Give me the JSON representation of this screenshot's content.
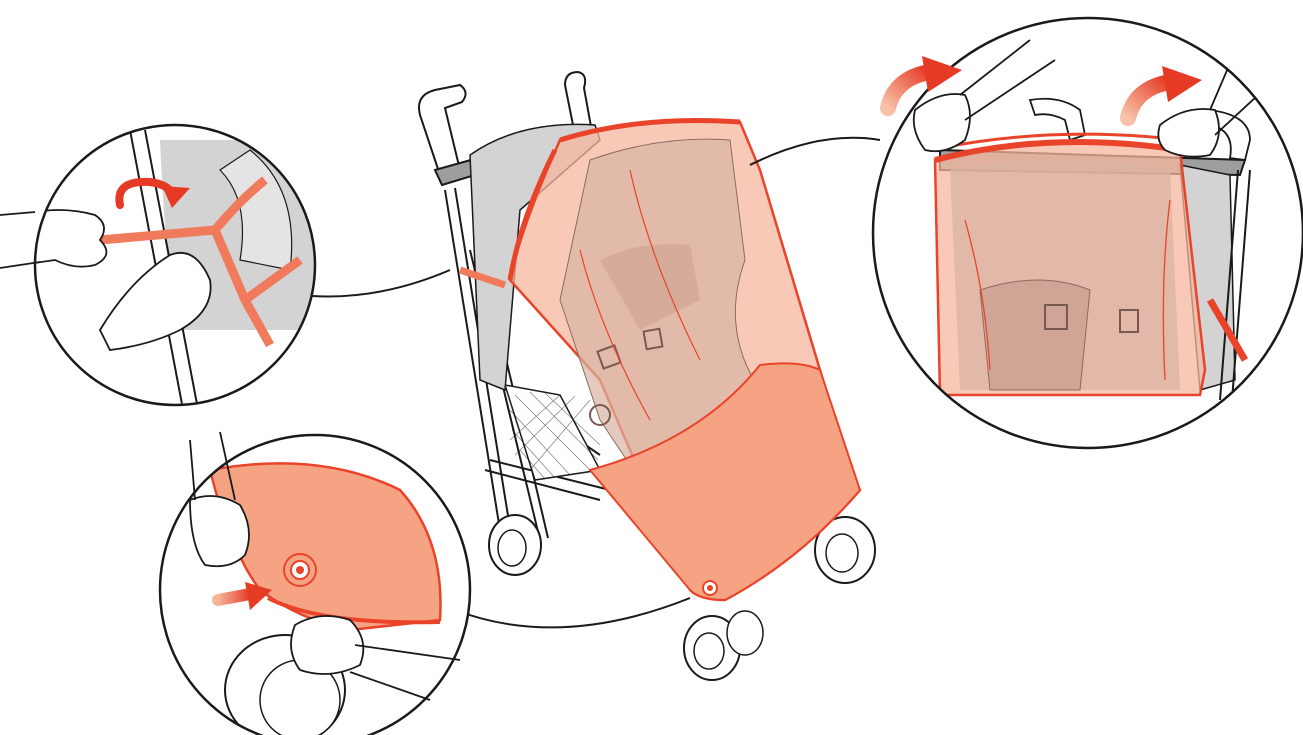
{
  "illustration": {
    "subject": "stroller-raincover-fitting-instructions",
    "colors": {
      "background": "#ffffff",
      "line": "#1a1a1a",
      "frame_grey": "#bdbdbd",
      "fabric_grey": "#d6d6d6",
      "cover_fill": "#f6a384",
      "cover_tint": "#f8bfa7",
      "cover_stroke": "#e9442a",
      "arrow": "#e53b25",
      "skin": "#ffffff"
    },
    "panels": [
      {
        "id": "detail-strap",
        "icons": [
          "hand-icon",
          "hand-icon",
          "rotate-arrow-icon"
        ]
      },
      {
        "id": "detail-snap-button",
        "icons": [
          "hand-icon",
          "hand-icon",
          "push-arrow-icon",
          "snap-button-icon"
        ]
      },
      {
        "id": "detail-hood-pull",
        "icons": [
          "hand-icon",
          "hand-icon",
          "pull-arrow-icon",
          "pull-arrow-icon"
        ]
      }
    ],
    "main": {
      "icons": [
        "stroller-icon",
        "raincover-icon",
        "wheel-icon"
      ]
    }
  }
}
